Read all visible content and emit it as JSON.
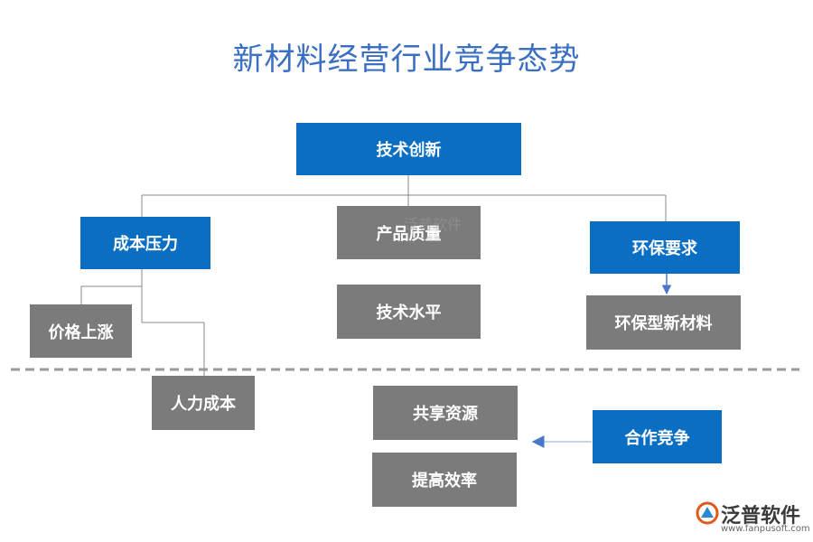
{
  "title": "新材料经营行业竞争态势",
  "nodes": {
    "tech_innovation": "技术创新",
    "cost_pressure": "成本压力",
    "product_quality": "产品质量",
    "env_requirements": "环保要求",
    "price_rise": "价格上涨",
    "tech_level": "技术水平",
    "eco_materials": "环保型新材料",
    "labor_cost": "人力成本",
    "shared_resources": "共享资源",
    "cooperation_competition": "合作竞争",
    "improve_efficiency": "提高效率"
  },
  "watermark": "泛普软件",
  "logo": {
    "name": "泛普软件",
    "url": "www.fanpusoft.com"
  },
  "colors": {
    "blue": "#0a6fc2",
    "gray": "#7b7b7b",
    "title": "#3a6fc2"
  }
}
